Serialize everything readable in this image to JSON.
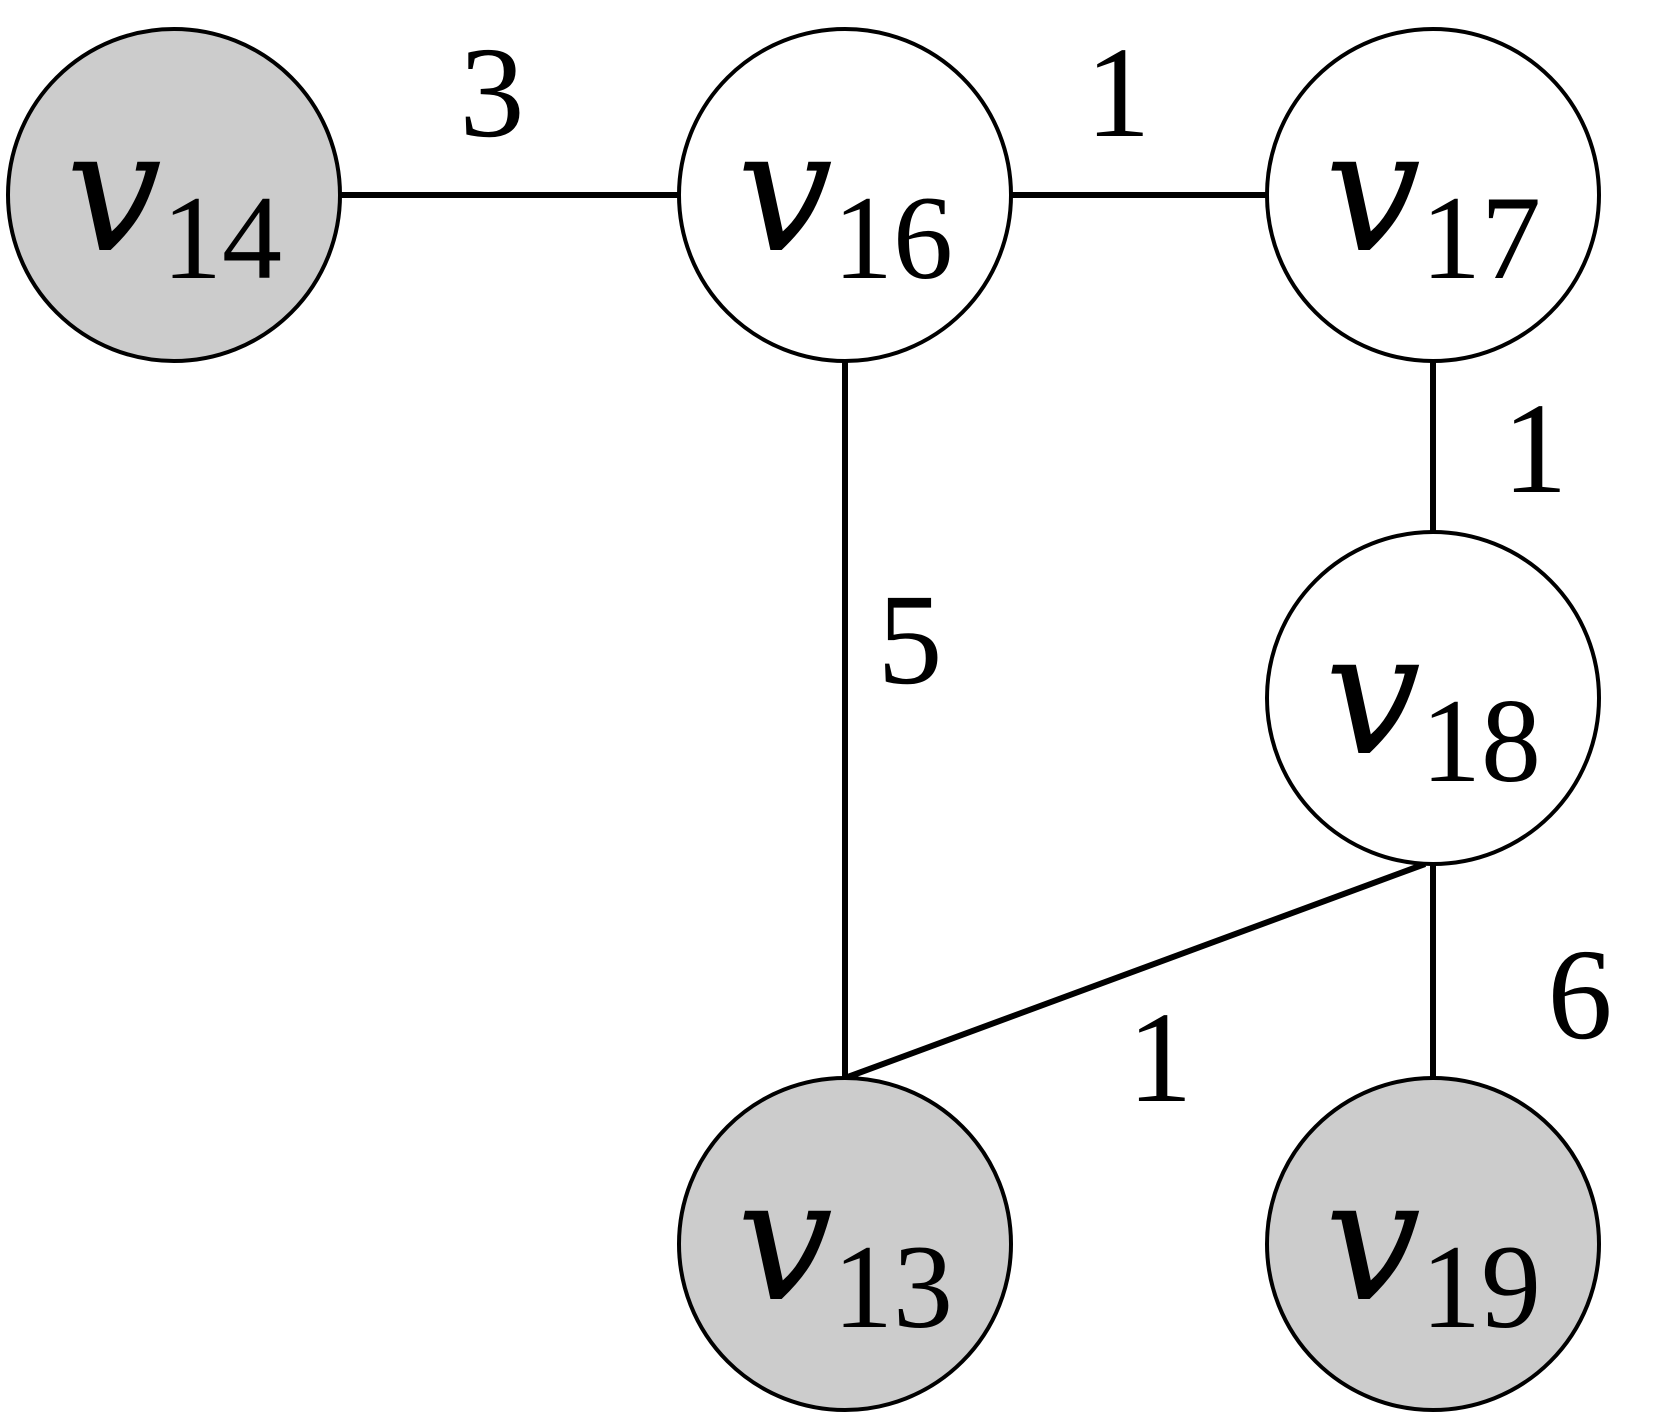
{
  "colors": {
    "terminal_fill": "#cccccc",
    "normal_fill": "#ffffff",
    "stroke": "#000000"
  },
  "nodes": [
    {
      "id": "v14",
      "letter": "v",
      "subscript": "14",
      "terminal": true
    },
    {
      "id": "v16",
      "letter": "v",
      "subscript": "16",
      "terminal": false
    },
    {
      "id": "v17",
      "letter": "v",
      "subscript": "17",
      "terminal": false
    },
    {
      "id": "v18",
      "letter": "v",
      "subscript": "18",
      "terminal": false
    },
    {
      "id": "v13",
      "letter": "v",
      "subscript": "13",
      "terminal": true
    },
    {
      "id": "v19",
      "letter": "v",
      "subscript": "19",
      "terminal": true
    }
  ],
  "edges": [
    {
      "from": "v14",
      "to": "v16",
      "weight": "3"
    },
    {
      "from": "v16",
      "to": "v17",
      "weight": "1"
    },
    {
      "from": "v17",
      "to": "v18",
      "weight": "1"
    },
    {
      "from": "v16",
      "to": "v13",
      "weight": "5"
    },
    {
      "from": "v18",
      "to": "v13",
      "weight": "1"
    },
    {
      "from": "v18",
      "to": "v19",
      "weight": "6"
    }
  ]
}
